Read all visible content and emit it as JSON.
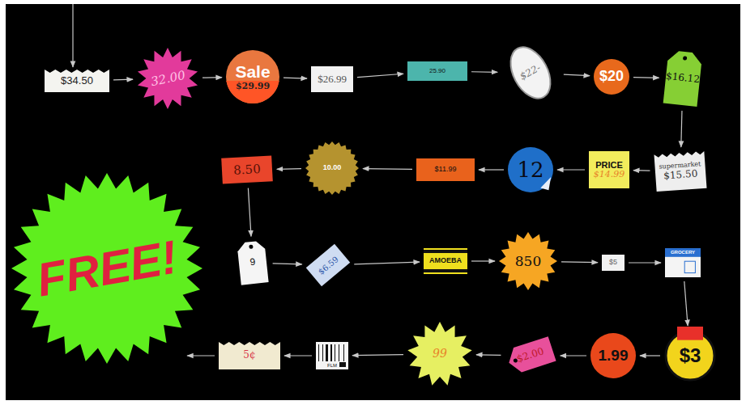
{
  "diagram": {
    "nodes": [
      {
        "text": [
          "$34.50"
        ]
      },
      {
        "text": [
          "32.00"
        ]
      },
      {
        "text": [
          "Sale",
          "$29.99"
        ]
      },
      {
        "text": [
          "$26.99"
        ]
      },
      {
        "text": [
          "25.90"
        ]
      },
      {
        "text": [
          "$22-"
        ]
      },
      {
        "text": [
          "$20"
        ]
      },
      {
        "text": [
          "$16.12"
        ]
      },
      {
        "text": [
          "supermarket",
          "$15.50"
        ]
      },
      {
        "text": [
          "PRICE",
          "$14.99"
        ]
      },
      {
        "text": [
          "12"
        ]
      },
      {
        "text": [
          "$11.99"
        ]
      },
      {
        "text": [
          "10.00"
        ]
      },
      {
        "text": [
          "8.50"
        ]
      },
      {
        "text": [
          "9"
        ]
      },
      {
        "text": [
          "$6.59"
        ]
      },
      {
        "text": [
          "AMOEBA"
        ]
      },
      {
        "text": [
          "850"
        ]
      },
      {
        "text": [
          "$5"
        ]
      },
      {
        "text": [
          "GROCERY"
        ]
      },
      {
        "text": [
          "$3"
        ]
      },
      {
        "text": [
          "1.99"
        ]
      },
      {
        "text": [
          "$2.00"
        ]
      },
      {
        "text": [
          "99"
        ]
      },
      {
        "text": [
          "FLM"
        ]
      },
      {
        "text": [
          "5¢"
        ]
      },
      {
        "text": [
          "FREE!"
        ]
      }
    ],
    "edges": [
      {
        "from": 0,
        "to": 1,
        "arrow": "to"
      },
      {
        "from": 1,
        "to": 2,
        "arrow": "to"
      },
      {
        "from": 2,
        "to": 3,
        "arrow": "to"
      },
      {
        "from": 3,
        "to": 4,
        "arrow": "to"
      },
      {
        "from": 4,
        "to": 5,
        "arrow": "to"
      },
      {
        "from": 5,
        "to": 6,
        "arrow": "to"
      },
      {
        "from": 6,
        "to": 7,
        "arrow": "to"
      },
      {
        "from": 7,
        "to": 8,
        "arrow": "to"
      },
      {
        "from": 8,
        "to": 9,
        "arrow": "to"
      },
      {
        "from": 9,
        "to": 10,
        "arrow": "to"
      },
      {
        "from": 10,
        "to": 11,
        "arrow": "to"
      },
      {
        "from": 11,
        "to": 12,
        "arrow": "to"
      },
      {
        "from": 12,
        "to": 13,
        "arrow": "to"
      },
      {
        "from": 13,
        "to": 14,
        "arrow": "to"
      },
      {
        "from": 14,
        "to": 15,
        "arrow": "to"
      },
      {
        "from": 15,
        "to": 16,
        "arrow": "to"
      },
      {
        "from": 16,
        "to": 17,
        "arrow": "to"
      },
      {
        "from": 17,
        "to": 18,
        "arrow": "to"
      },
      {
        "from": 18,
        "to": 19,
        "arrow": "to"
      },
      {
        "from": 19,
        "to": 20,
        "arrow": "to"
      },
      {
        "from": 20,
        "to": 21,
        "arrow": "to"
      },
      {
        "from": 21,
        "to": 22,
        "arrow": "to"
      },
      {
        "from": 22,
        "to": 23,
        "arrow": "to"
      },
      {
        "from": 23,
        "to": 24,
        "arrow": "to"
      },
      {
        "from": 24,
        "to": 25,
        "arrow": "to"
      },
      {
        "from": 25,
        "to": 26,
        "arrow": "to"
      }
    ]
  }
}
